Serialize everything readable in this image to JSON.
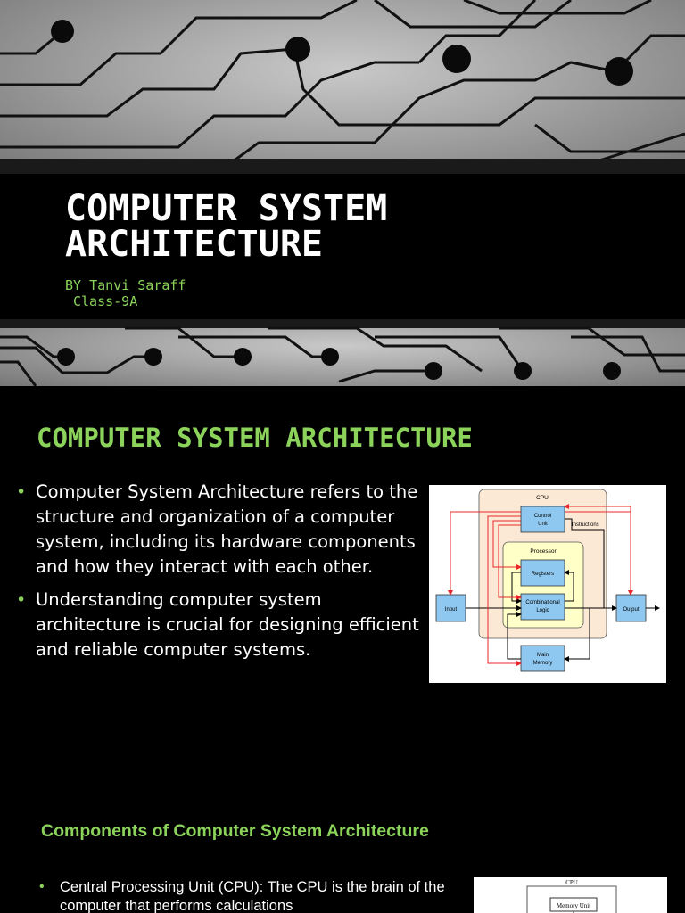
{
  "slide1": {
    "title_lines": [
      "COMPUTER SYSTEM",
      "ARCHITECTURE"
    ],
    "byline": "BY Tanvi Saraff",
    "class_line": "Class-9A"
  },
  "slide2": {
    "title": "COMPUTER SYSTEM ARCHITECTURE",
    "bullets": [
      "Computer System Architecture refers to the structure and organization of a computer system, including its hardware components and how they interact with each other.",
      "Understanding computer system architecture is crucial for designing efficient and reliable computer systems."
    ],
    "diagram": {
      "cpu": "CPU",
      "control_unit": [
        "Control",
        "Unit"
      ],
      "instructions": "Instructions",
      "processor": "Processor",
      "registers": "Registers",
      "combinational_logic": [
        "Combinational",
        "Logic"
      ],
      "input": "Input",
      "output": "Output",
      "main_memory": [
        "Main",
        "Memory"
      ]
    },
    "section_title": "Components of Computer System Architecture",
    "components": [
      "Central Processing Unit (CPU): The CPU is the brain of the computer that performs calculations"
    ],
    "diagram2": {
      "cpu": "CPU",
      "memory_unit": "Memory Unit"
    }
  },
  "colors": {
    "accent_green": "#8bd35a",
    "background": "#000000",
    "diagram_box": "#8ec8f0",
    "diagram_cpu_bg": "#fbe9d6",
    "diagram_processor_bg": "#ffffc8",
    "diagram_arrow_red": "#e8262a"
  }
}
